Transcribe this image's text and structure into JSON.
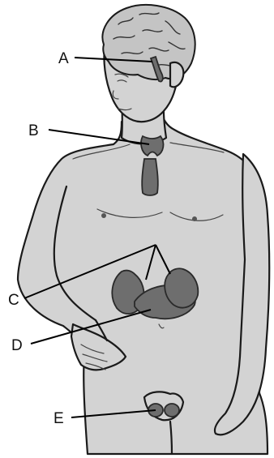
{
  "labels": {
    "a": "A",
    "b": "B",
    "c": "C",
    "d": "D",
    "e": "E"
  },
  "structures": {
    "a": "brain-icon",
    "b": "thyroid-icon",
    "c": "adrenal-glands-icon",
    "d": "pancreas-icon",
    "e": "testes-icon"
  },
  "colors": {
    "skin": "#d3d3d3",
    "organ": "#6e6e6e",
    "outline": "#1a1a1a"
  }
}
